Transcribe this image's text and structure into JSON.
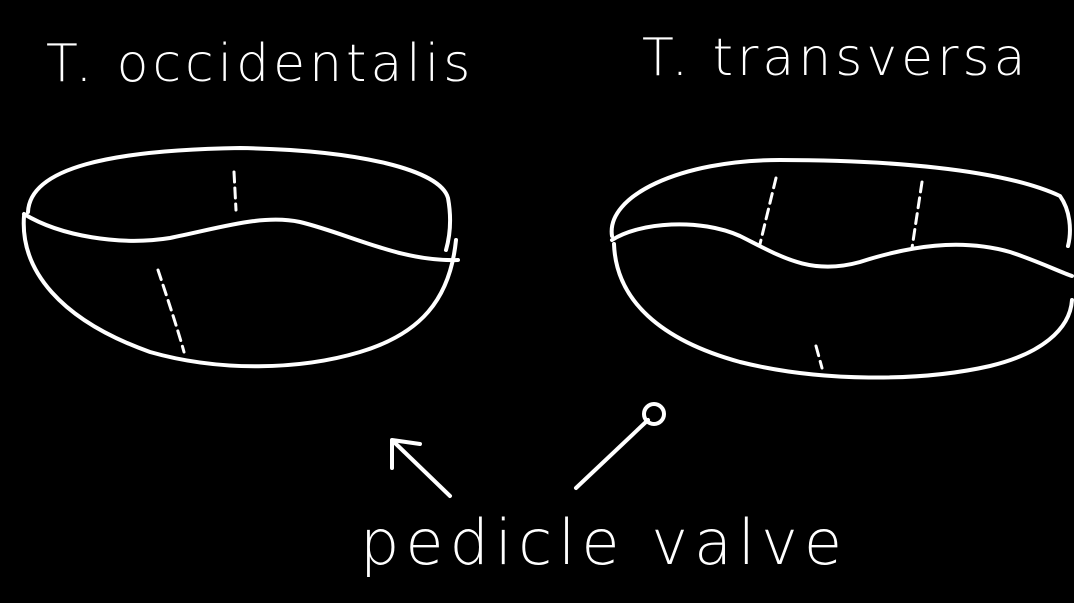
{
  "labels": {
    "left_species": "T. occidentalis",
    "right_species": "T. transversa",
    "pointer_caption": "pedicle valve"
  },
  "colors": {
    "background": "#000000",
    "ink": "#ffffff"
  }
}
